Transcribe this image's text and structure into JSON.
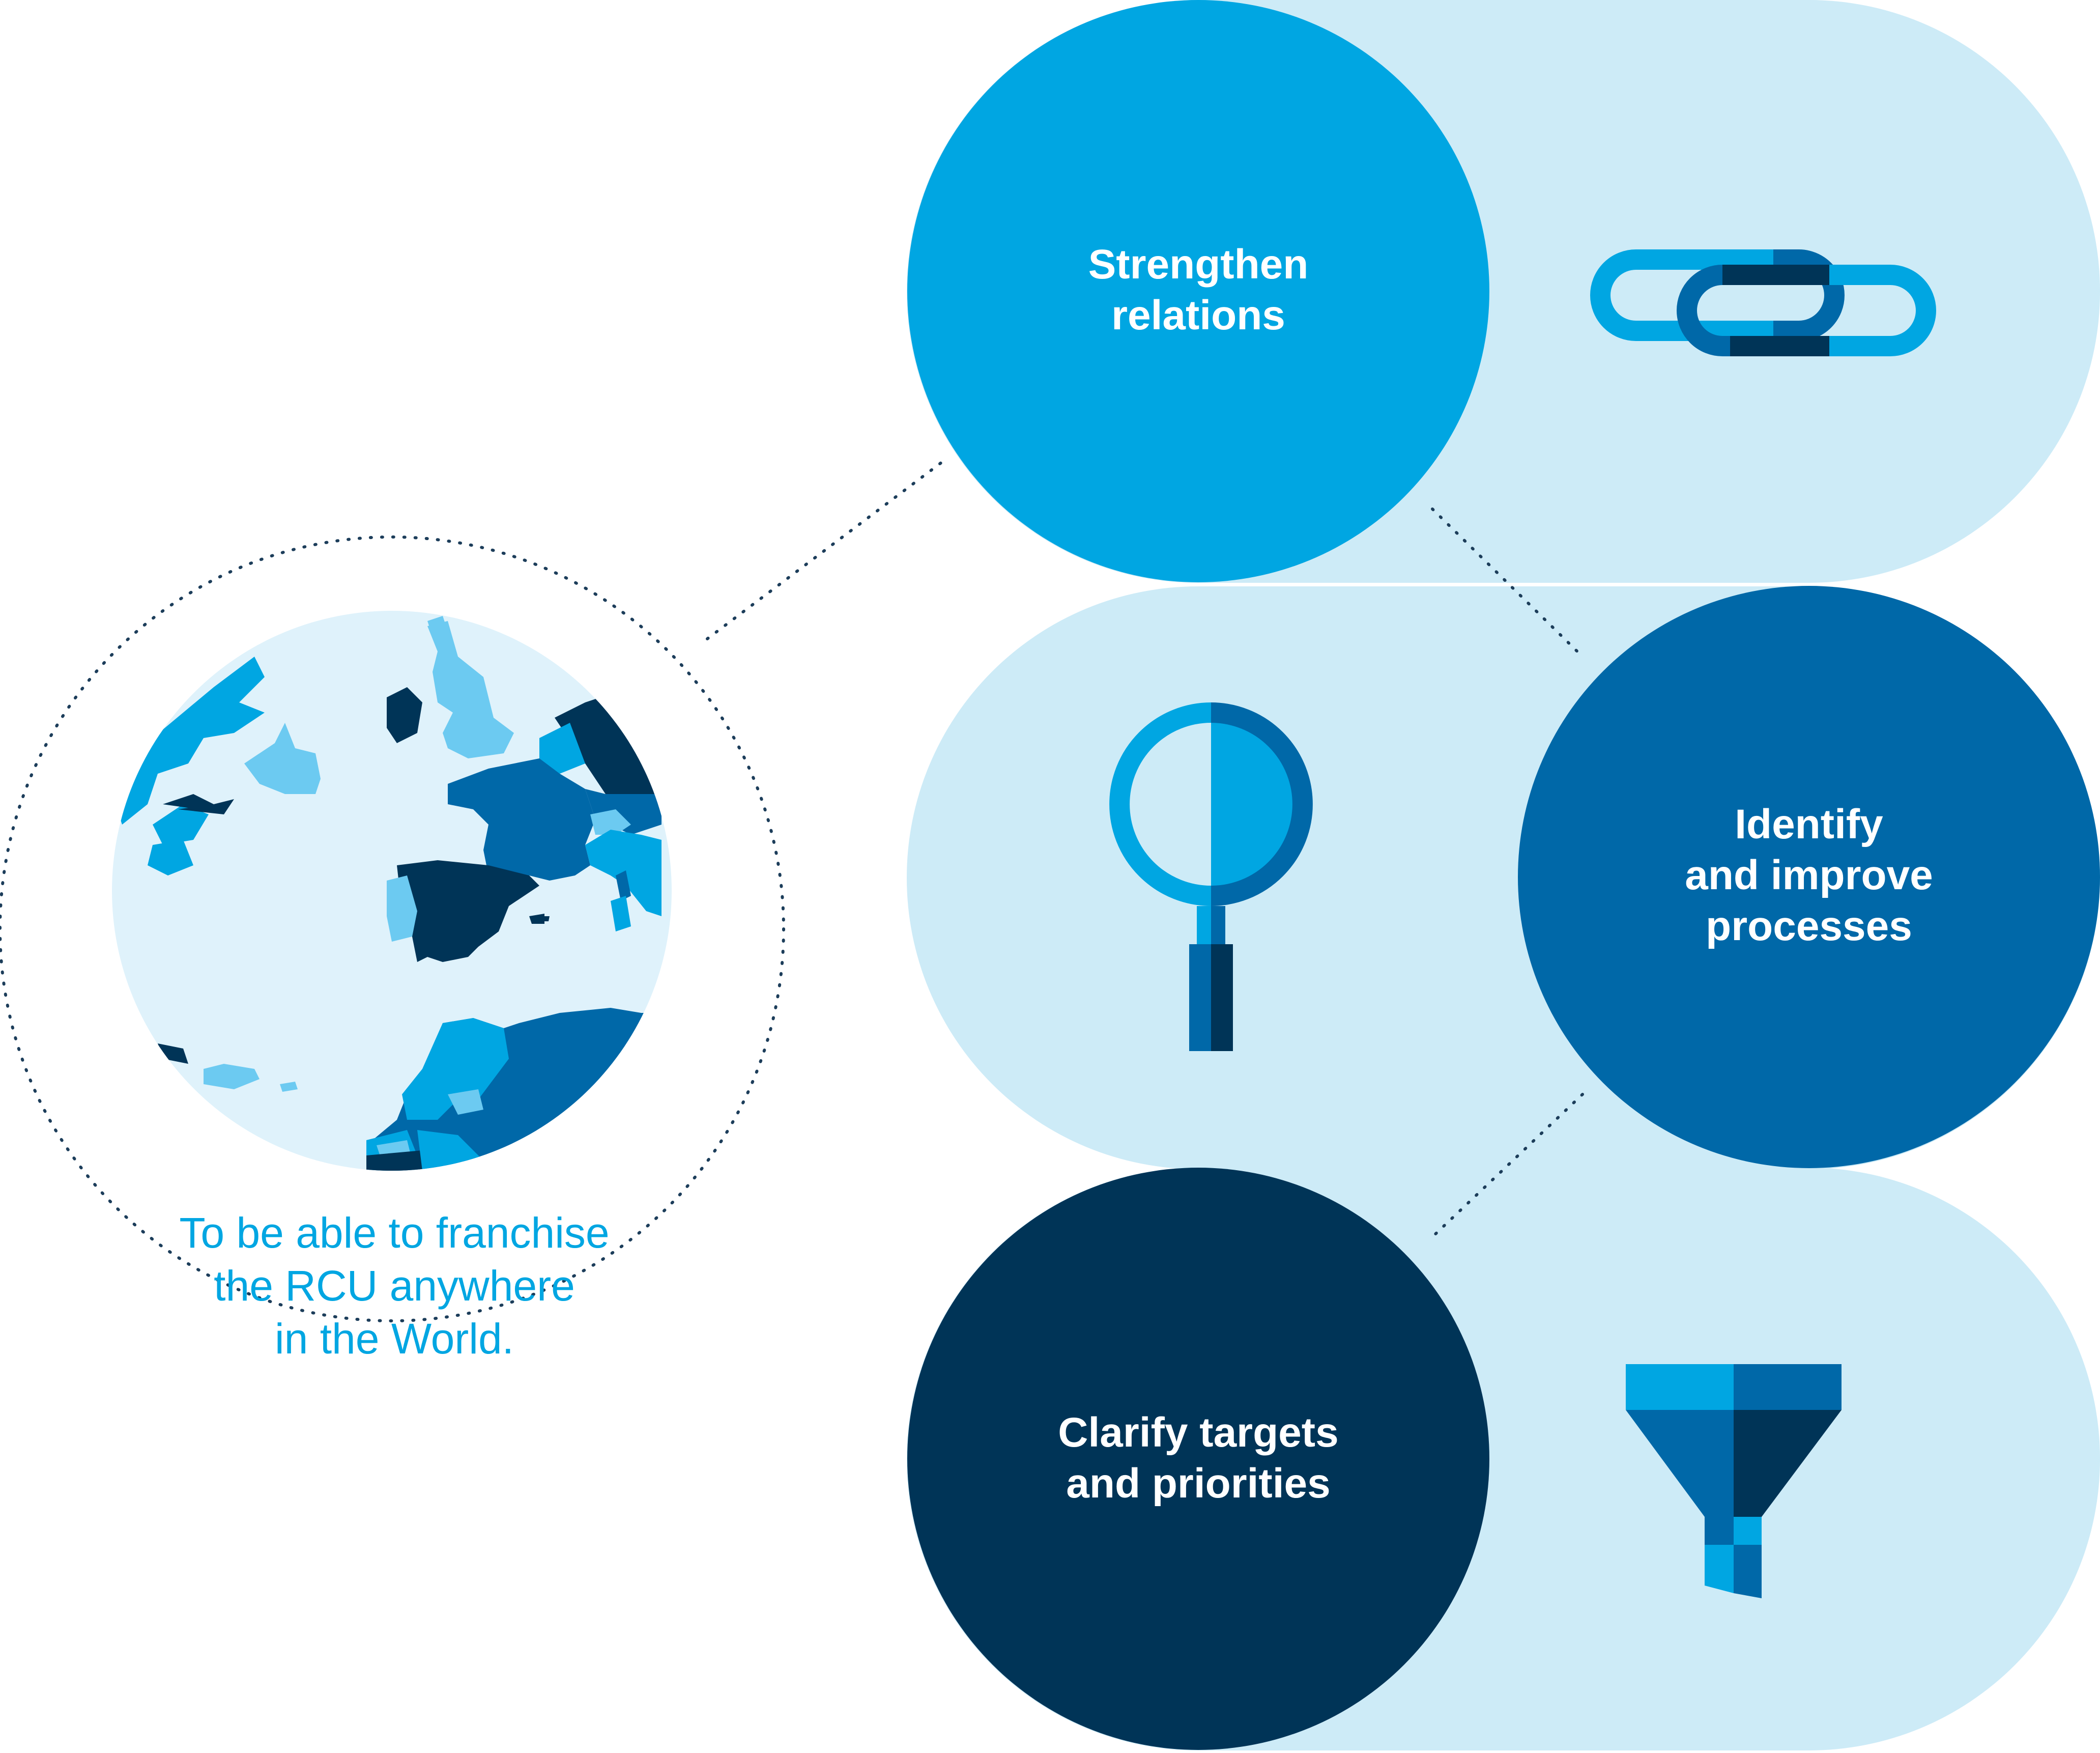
{
  "colors": {
    "pale": "#cdebf7",
    "globe_bg": "#dff2fb",
    "bright": "#00a6e2",
    "medium": "#0068a8",
    "dark": "#003457",
    "light_land": "#6ccaf1",
    "white": "#ffffff"
  },
  "goal": {
    "lines": [
      "To be able to franchise",
      "the RCU anywhere",
      "in the World."
    ]
  },
  "nodes": [
    {
      "id": "strengthen",
      "lines": [
        "Strengthen",
        "relations"
      ],
      "icon": "chain-link-icon"
    },
    {
      "id": "identify",
      "lines": [
        "Identify",
        "and improve",
        "processes"
      ],
      "icon": "magnifier-icon"
    },
    {
      "id": "clarify",
      "lines": [
        "Clarify targets",
        "and priorities"
      ],
      "icon": "funnel-icon"
    }
  ]
}
